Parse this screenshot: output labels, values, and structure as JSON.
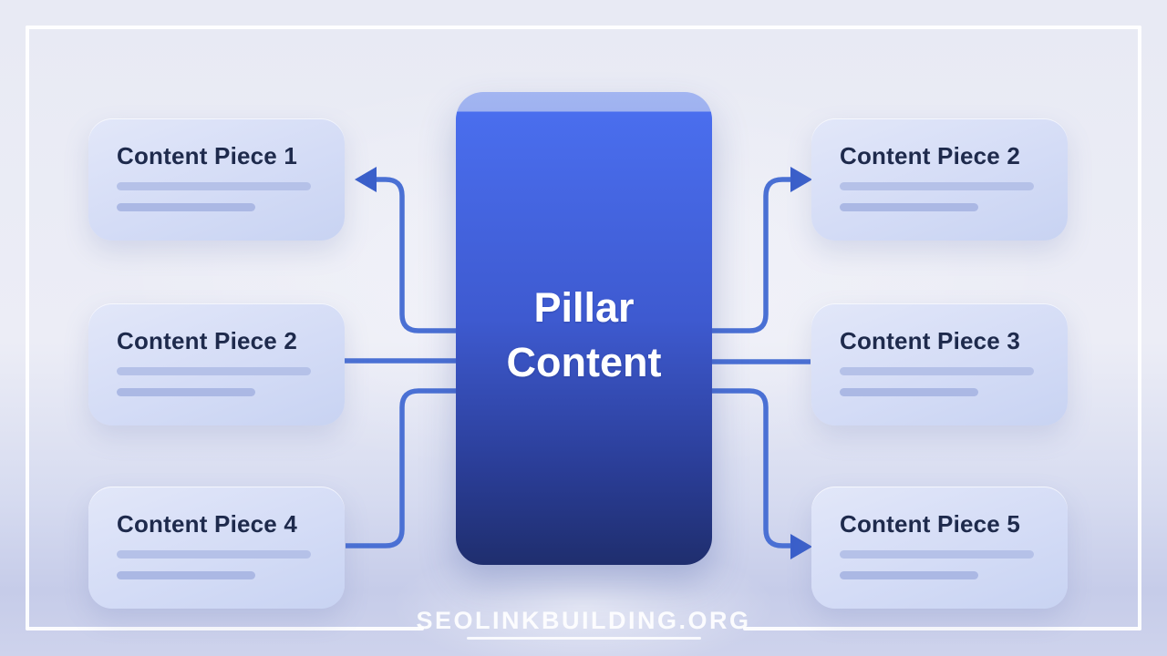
{
  "diagram": {
    "center_node": {
      "title": "Pillar Content"
    },
    "left_nodes": [
      {
        "label": "Content Piece 1",
        "connector": "line-with-arrow-into-box"
      },
      {
        "label": "Content Piece 2",
        "connector": "plain-line"
      },
      {
        "label": "Content Piece 4",
        "connector": "plain-line"
      }
    ],
    "right_nodes": [
      {
        "label": "Content Piece 2",
        "connector": "line-with-arrow-into-box"
      },
      {
        "label": "Content Piece 3",
        "connector": "plain-line"
      },
      {
        "label": "Content Piece 5",
        "connector": "line-with-arrow-into-box"
      }
    ],
    "watermark": "SEOLINKBUILDING.ORG",
    "colors": {
      "background": "#eaecf6",
      "frame": "#ffffff",
      "pillar_top_band": "#9fb2f0",
      "pillar_gradient_top": "#4a6eee",
      "pillar_gradient_bottom": "#1f2e6e",
      "node_background_top": "#e2e7f9",
      "node_background_bottom": "#c8d3f2",
      "node_title_text": "#1e2a4c",
      "placeholder_bar_1": "#b5c1e8",
      "placeholder_bar_2": "#abb8e4",
      "connector_line": "#4a70d4",
      "arrowhead": "#3a5fca"
    }
  }
}
